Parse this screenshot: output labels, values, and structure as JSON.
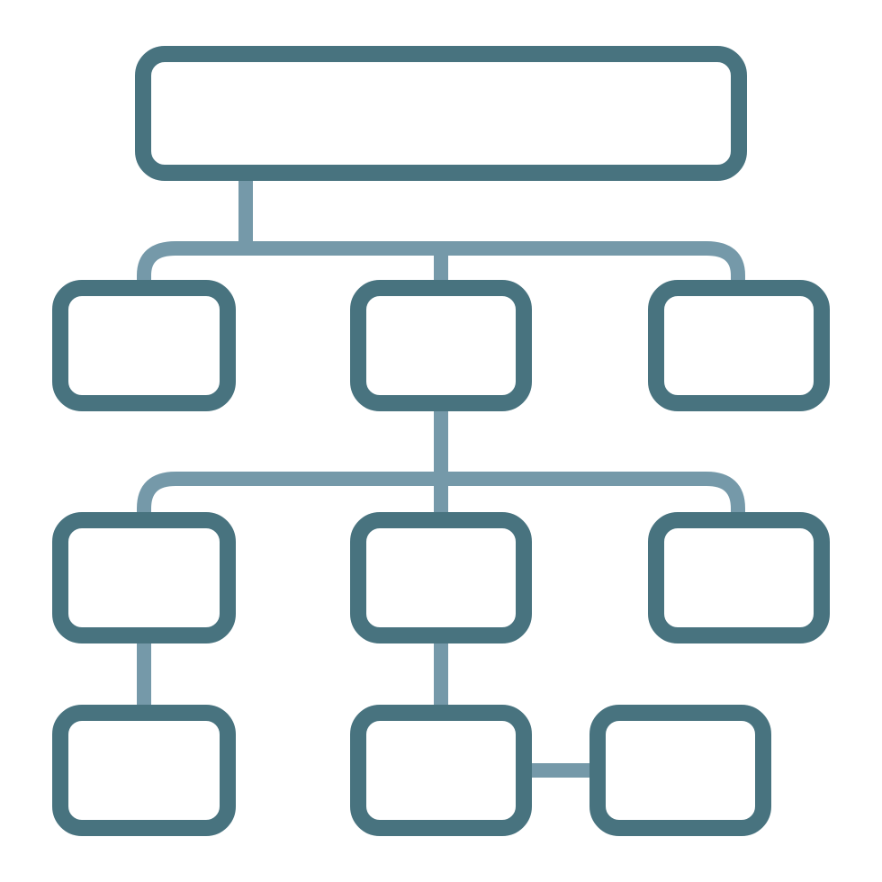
{
  "colors": {
    "background": "#ffffff",
    "node_stroke": "#48737f",
    "connector_stroke": "#7599a9"
  },
  "icon": "hierarchy-icon",
  "nodes": [
    {
      "id": "root",
      "label": ""
    },
    {
      "id": "level1-left",
      "label": ""
    },
    {
      "id": "level1-center",
      "label": ""
    },
    {
      "id": "level1-right",
      "label": ""
    },
    {
      "id": "level2-left",
      "label": ""
    },
    {
      "id": "level2-center",
      "label": ""
    },
    {
      "id": "level2-right",
      "label": ""
    },
    {
      "id": "level3-left",
      "label": ""
    },
    {
      "id": "level3-center",
      "label": ""
    },
    {
      "id": "level3-right",
      "label": ""
    }
  ],
  "edges": [
    {
      "from": "root",
      "to": "level1-left"
    },
    {
      "from": "root",
      "to": "level1-center"
    },
    {
      "from": "root",
      "to": "level1-right"
    },
    {
      "from": "level1-center",
      "to": "level2-left"
    },
    {
      "from": "level1-center",
      "to": "level2-center"
    },
    {
      "from": "level1-center",
      "to": "level2-right"
    },
    {
      "from": "level2-left",
      "to": "level3-left"
    },
    {
      "from": "level2-center",
      "to": "level3-center"
    },
    {
      "from": "level3-center",
      "to": "level3-right"
    }
  ]
}
